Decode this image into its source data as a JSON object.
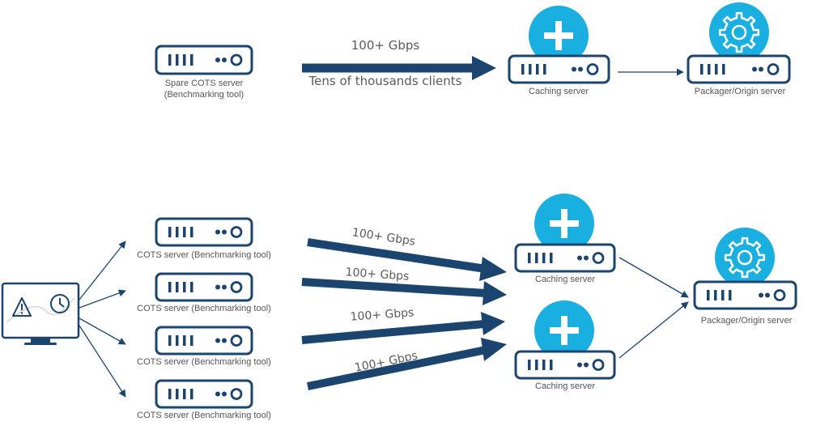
{
  "colors": {
    "navy": "#1b456f",
    "cyan": "#19afe0",
    "label": "#555555",
    "flow_label": "#5a5a5a"
  },
  "top": {
    "benchmark_label_line1": "Spare COTS server",
    "benchmark_label_line2": "(Benchmarking tool)",
    "flow_rate": "100+ Gbps",
    "flow_clients": "Tens of thousands clients",
    "caching_label": "Caching server",
    "origin_label": "Packager/Origin server"
  },
  "bottom": {
    "controller_icons": [
      "warning-icon",
      "clock-icon"
    ],
    "cots_servers": [
      {
        "label": "COTS server (Benchmarking tool)"
      },
      {
        "label": "COTS server (Benchmarking tool)"
      },
      {
        "label": "COTS server (Benchmarking tool)"
      },
      {
        "label": "COTS server (Benchmarking tool)"
      }
    ],
    "flows": [
      {
        "rate": "100+ Gbps"
      },
      {
        "rate": "100+ Gbps"
      },
      {
        "rate": "100+ Gbps"
      },
      {
        "rate": "100+ Gbps"
      }
    ],
    "caching_servers": [
      {
        "label": "Caching server"
      },
      {
        "label": "Caching server"
      }
    ],
    "origin_label": "Packager/Origin server"
  }
}
